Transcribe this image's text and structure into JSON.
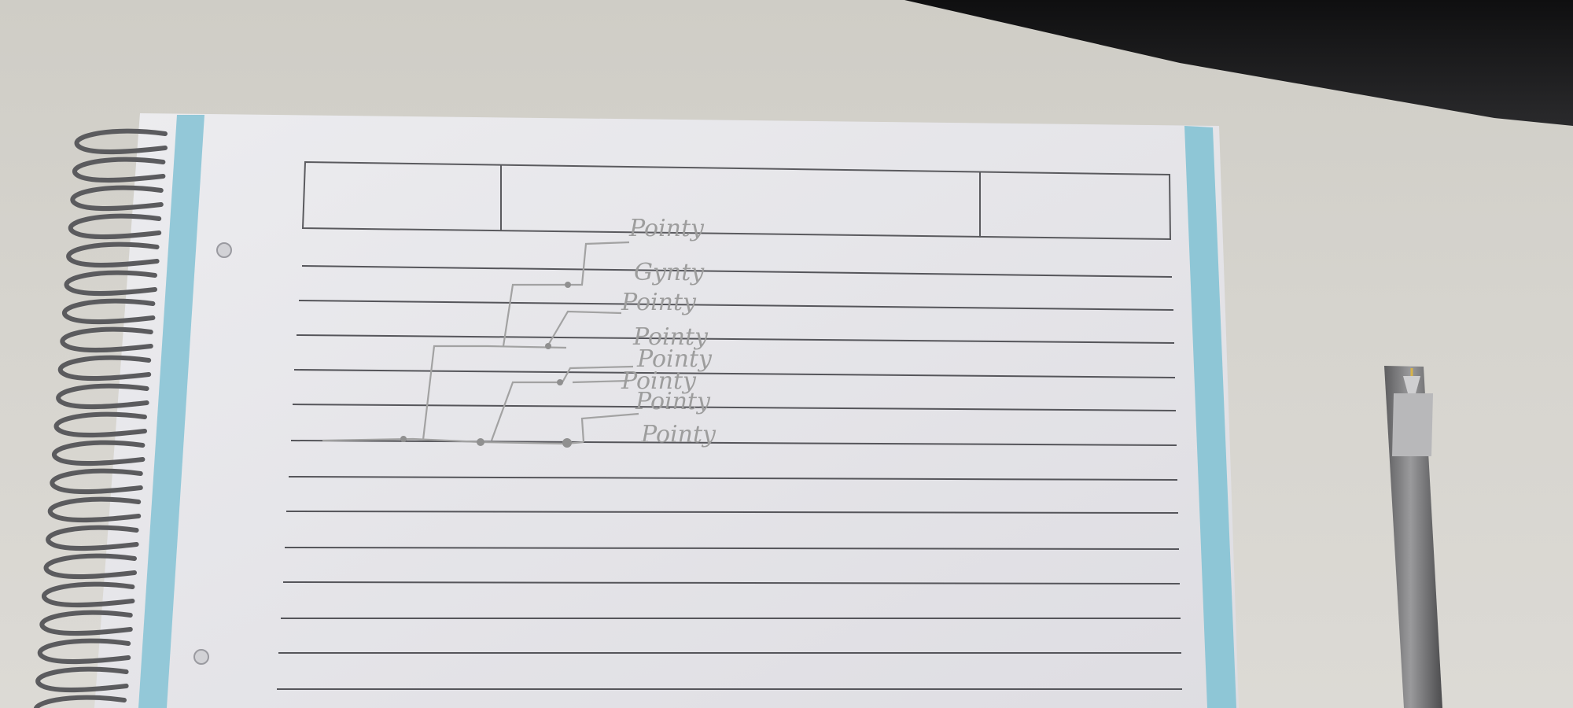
{
  "photo": {
    "description_tag": "spiral notebook photo",
    "colors": {
      "desk": "#d4d2cc",
      "paper": "#e7e6ea",
      "ruling": "#5a5a5e",
      "margin_strip": "#8ec6d6",
      "pencil_lines": "#a2a2a2",
      "laptop": "#1d1d1f",
      "pen_barrel": "#777778"
    }
  },
  "tree": {
    "labels": [
      "Pointy",
      "Gynty",
      "Pointy",
      "Pointy",
      "Pointy",
      "Pointy",
      "Pointy",
      "Pointy"
    ]
  }
}
